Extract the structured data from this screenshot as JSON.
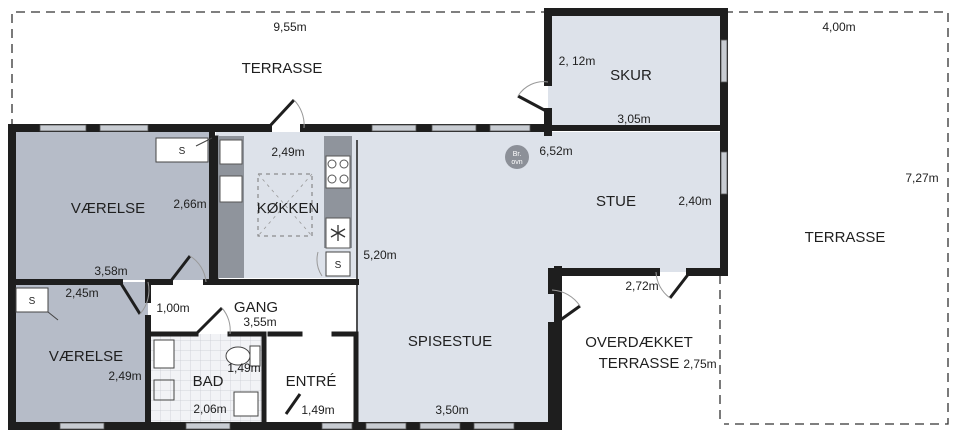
{
  "rooms": {
    "terrasse_top": "TERRASSE",
    "skur": "SKUR",
    "vaerelse_1": "VÆRELSE",
    "koekken": "KØKKEN",
    "stue": "STUE",
    "terrasse_right": "TERRASSE",
    "vaerelse_2": "VÆRELSE",
    "gang": "GANG",
    "spisestue": "SPISESTUE",
    "overdaekket_line1": "OVERDÆKKET",
    "overdaekket_line2": "TERRASSE",
    "bad": "BAD",
    "entre": "ENTRÉ"
  },
  "dimensions": {
    "terrasse_width": "9,55m",
    "right_terrasse_width": "4,00m",
    "right_terrasse_height": "7,27m",
    "skur_height": "2, 12m",
    "skur_width": "3,05m",
    "vaerelse1_height": "2,66m",
    "vaerelse1_width": "3,58m",
    "koekken_width": "2,49m",
    "stue_width": "6,52m",
    "stue_height": "2,40m",
    "spisestue_height": "5,20m",
    "spisestue_width": "3,50m",
    "overdaekket_width": "2,72m",
    "overdaekket_height": "2,75m",
    "vaerelse2_width": "2,45m",
    "vaerelse2_height": "2,49m",
    "gang_height": "1,00m",
    "gang_width": "3,55m",
    "bad_height": "1,49m",
    "bad_width": "2,06m",
    "entre_width": "1,49m"
  },
  "fixtures": {
    "closet_label": "S",
    "stove_line1": "Br.",
    "stove_line2": "ovn"
  },
  "colors": {
    "wall": "#1e1e1e",
    "bedroom_fill": "#b6bcc8",
    "living_fill": "#dde2ea",
    "bathroom_tile": "#eceef2",
    "window_fill": "#c8ccd2"
  }
}
